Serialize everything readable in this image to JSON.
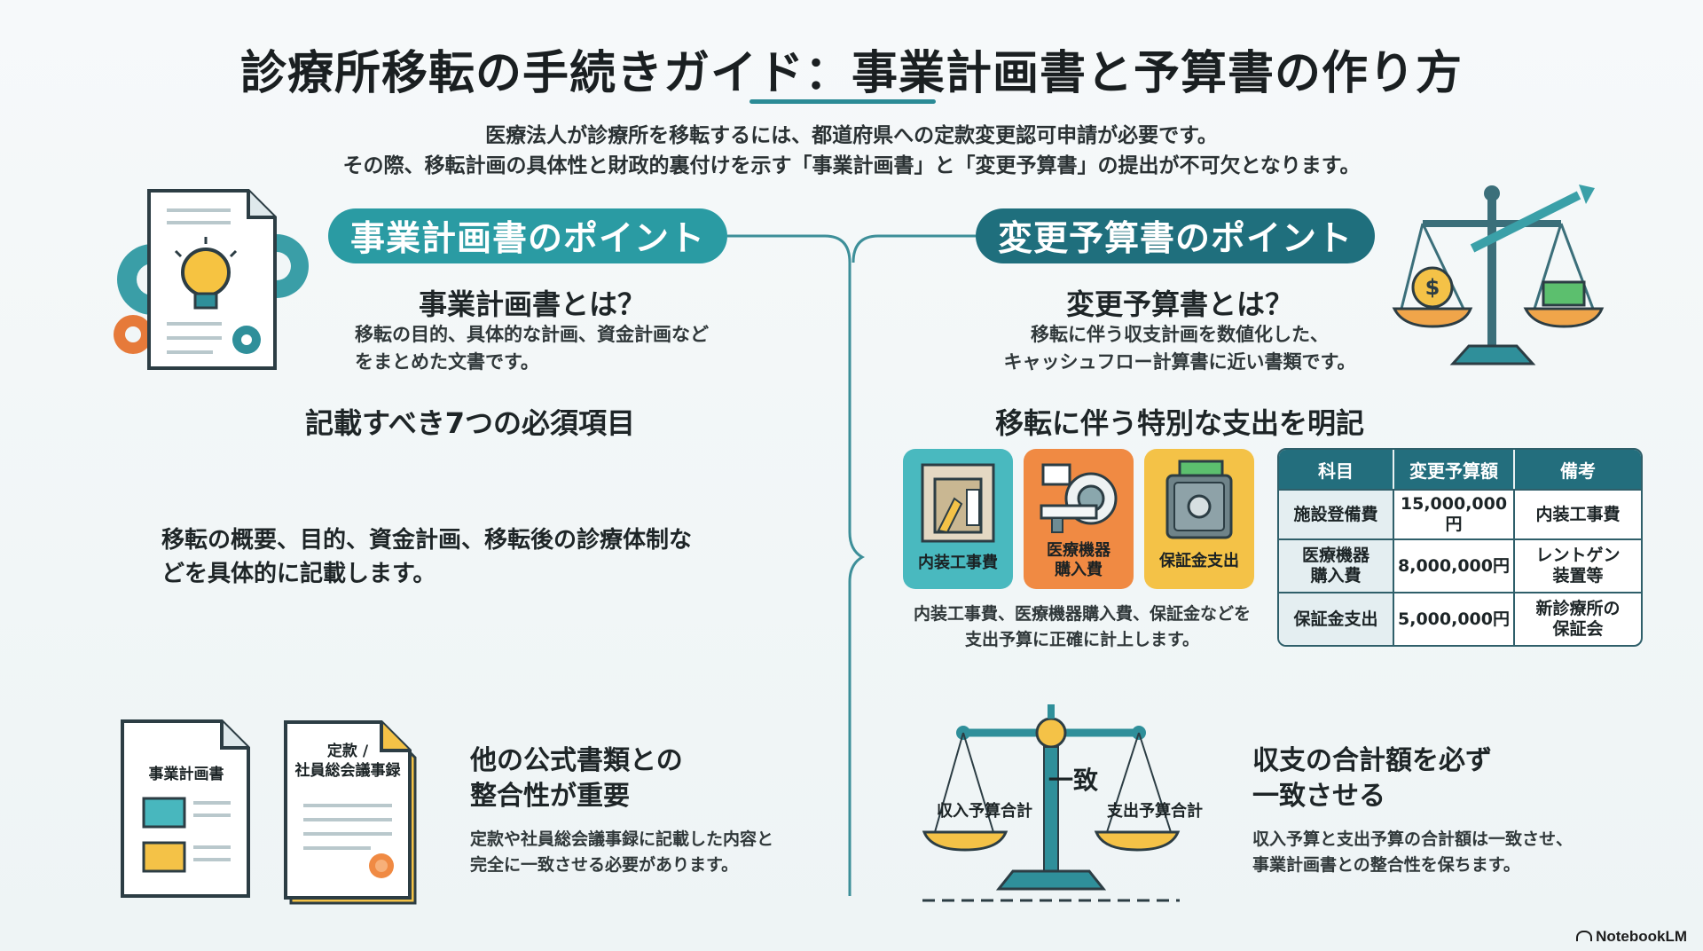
{
  "title": "診療所移転の手続きガイド：事業計画書と予算書の作り方",
  "intro": {
    "line1": "医療法人が診療所を移転するには、都道府県への定款変更認可申請が必要です。",
    "line2": "その際、移転計画の具体性と財政的裏付けを示す「事業計画書」と「変更予算書」の提出が不可欠となります。"
  },
  "left": {
    "pill": "事業計画書のポイント",
    "what_heading": "事業計画書とは？",
    "what_body_1": "移転の目的、具体的な計画、資金計画など",
    "what_body_2": "をまとめた文書です。",
    "items_heading": "記載すべき7つの必須項目",
    "items_body_1": "移転の概要、目的、資金計画、移転後の診療体制な",
    "items_body_2": "どを具体的に記載します。",
    "doc1_label": "事業計画書",
    "doc2_label_1": "定款 /",
    "doc2_label_2": "社員総会議事録",
    "consistency_heading_1": "他の公式書類との",
    "consistency_heading_2": "整合性が重要",
    "consistency_body_1": "定款や社員総会議事録に記載した内容と",
    "consistency_body_2": "完全に一致させる必要があります。"
  },
  "right": {
    "pill": "変更予算書のポイント",
    "what_heading": "変更予算書とは？",
    "what_body_1": "移転に伴う収支計画を数値化した、",
    "what_body_2": "キャッシュフロー計算書に近い書類です。",
    "expense_heading": "移転に伴う特別な支出を明記",
    "cards": [
      {
        "label": "内装工事費",
        "color": "#49b9bf"
      },
      {
        "label": "医療機器\n購入費",
        "color": "#f08a43"
      },
      {
        "label": "保証金支出",
        "color": "#f4c247"
      }
    ],
    "cards_body_1": "内装工事費、医療機器購入費、保証金などを",
    "cards_body_2": "支出予算に正確に計上します。",
    "table": {
      "headers": [
        "科目",
        "変更予算額",
        "備考"
      ],
      "rows": [
        [
          "施設登備費",
          "15,000,000円",
          "内装工事費"
        ],
        [
          "医療機器\n購入費",
          "8,000,000円",
          "レントゲン\n装置等"
        ],
        [
          "保証金支出",
          "5,000,000円",
          "新診療所の\n保証会"
        ]
      ]
    },
    "balance_center": "一致",
    "balance_left": "収入予算合計",
    "balance_right": "支出予算合計",
    "match_heading_1": "収支の合計額を必ず",
    "match_heading_2": "一致させる",
    "match_body_1": "収入予算と支出予算の合計額は一致させ、",
    "match_body_2": "事業計画書との整合性を保ちます。"
  },
  "logo": "NotebookLM"
}
